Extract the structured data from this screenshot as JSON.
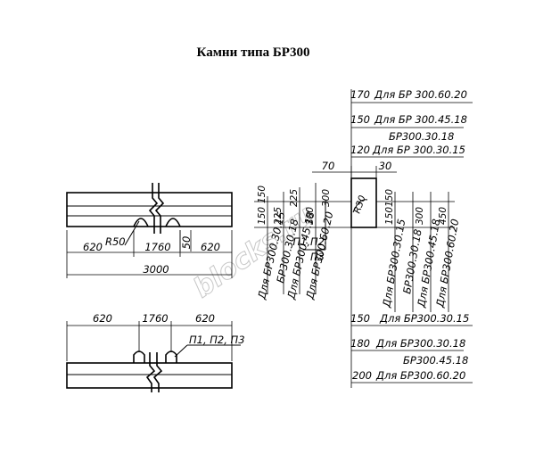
{
  "title": "Камни типа БР300",
  "watermark": "blocks.ru",
  "left_top_view": {
    "dims": {
      "a": "620",
      "b": "1760",
      "c": "50",
      "d": "620",
      "total": "3000"
    },
    "radius": "R50",
    "callout": {
      "line1": "П1,П2",
      "line2": "П3"
    }
  },
  "left_bottom_view": {
    "dims": {
      "a": "620",
      "b": "1760",
      "c": "620"
    },
    "callout": "П1, П2, П3"
  },
  "section_left": {
    "heights": [
      "150",
      "150",
      "225",
      "225",
      "300",
      "300"
    ],
    "labels": [
      "Для БР300.30.15",
      "БР300.30.18",
      "Для БР300.45.18",
      "Для БР300.60.20"
    ]
  },
  "section_top": {
    "widths": [
      "170",
      "150",
      "120"
    ],
    "labels": [
      "Для БР 300.60.20",
      "Для БР 300.45.18",
      "БР300.30.18",
      "Для БР 300.30.15"
    ],
    "dim_70": "70",
    "dim_30": "30",
    "radius": "R30",
    "dim_150": "150"
  },
  "section_right": {
    "heights": [
      "150",
      "300",
      "450"
    ],
    "labels": [
      "Для БР300.30.15",
      "БР300.30.18",
      "Для БР300.45.18",
      "Для БР300.60.20"
    ]
  },
  "section_bottom": {
    "widths": [
      "150",
      "180",
      "200"
    ],
    "labels": [
      "Для БР300.30.15",
      "Для БР300.30.18",
      "БР300.45.18",
      "Для БР300.60.20"
    ]
  }
}
